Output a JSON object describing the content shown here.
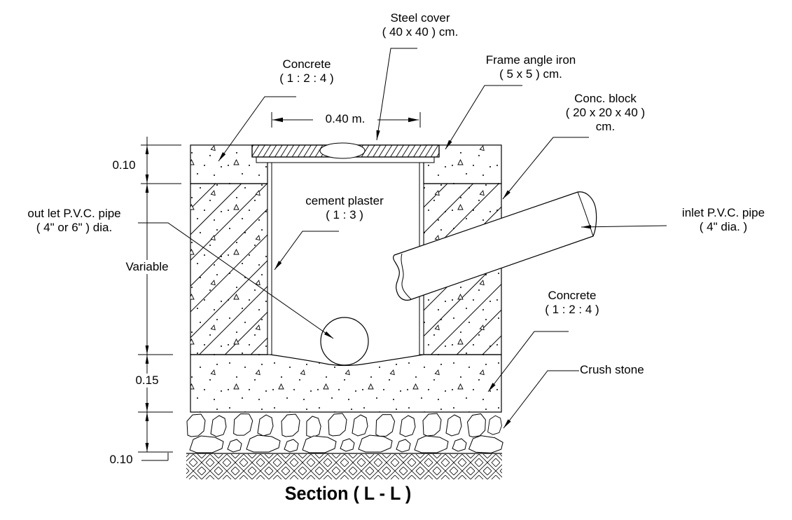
{
  "title": "Section ( L - L )",
  "labels": {
    "steel_cover": {
      "line1": "Steel cover",
      "line2": "( 40 x 40 ) cm."
    },
    "concrete_top": {
      "line1": "Concrete",
      "line2": "( 1 : 2 : 4 )"
    },
    "frame_angle": {
      "line1": "Frame angle iron",
      "line2": "( 5 x 5 ) cm."
    },
    "conc_block": {
      "line1": "Conc. block",
      "line2": "( 20 x 20 x 40 )",
      "line3": "cm."
    },
    "cement_plaster": {
      "line1": "cement plaster",
      "line2": "( 1 : 3 )"
    },
    "outlet_pipe": {
      "line1": "out let P.V.C. pipe",
      "line2": "( 4\" or 6\" ) dia."
    },
    "inlet_pipe": {
      "line1": "inlet P.V.C. pipe",
      "line2": "( 4\" dia. )"
    },
    "concrete_base": {
      "line1": "Concrete",
      "line2": "( 1 : 2 : 4 )"
    },
    "crush_stone": {
      "line1": "Crush stone"
    }
  },
  "dimensions": {
    "cover_width": "0.40 m.",
    "top_slab_thickness": "0.10",
    "wall_height": "Variable",
    "base_thickness": "0.15",
    "crush_thickness": "0.10"
  },
  "colors": {
    "line": "#000000",
    "background": "#ffffff"
  }
}
